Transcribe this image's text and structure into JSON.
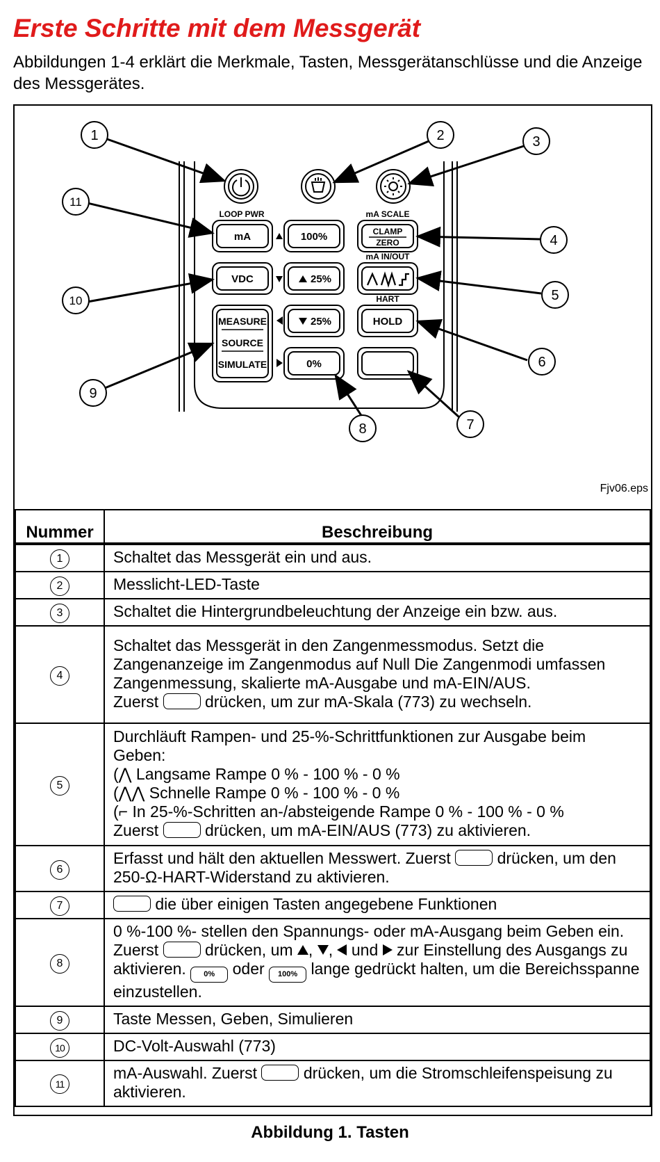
{
  "page": {
    "title": "Erste Schritte mit dem Messgerät",
    "intro": "Abbildungen 1-4 erklärt die Merkmale, Tasten, Messgerätanschlüsse und die Anzeige des Messgerätes.",
    "caption": "Abbildung 1. Tasten"
  },
  "figure": {
    "file_id": "Fjv06.eps",
    "labels": {
      "loop_pwr": "LOOP PWR",
      "ma_scale": "mA SCALE",
      "ma_in_out": "mA IN/OUT",
      "hart": "HART"
    },
    "buttons": {
      "ma": "mA",
      "pct100": "100%",
      "clamp": "CLAMP",
      "zero": "ZERO",
      "vdc": "VDC",
      "up25": "25%",
      "down25": "25%",
      "measure": "MEASURE",
      "source": "SOURCE",
      "simulate": "SIMULATE",
      "pct0": "0%",
      "hold": "HOLD"
    },
    "callouts": [
      "1",
      "2",
      "3",
      "4",
      "5",
      "6",
      "7",
      "8",
      "9",
      "10",
      "11"
    ]
  },
  "table": {
    "headers": [
      "Nummer",
      "Beschreibung"
    ],
    "key_0pct": "0%",
    "key_100pct": "100%",
    "rows": [
      {
        "num": "1",
        "text": "Schaltet das Messgerät ein und aus."
      },
      {
        "num": "2",
        "text": "Messlicht-LED-Taste"
      },
      {
        "num": "3",
        "text": "Schaltet die Hintergrundbeleuchtung der Anzeige ein bzw. aus."
      },
      {
        "num": "4",
        "text": "Schaltet das Messgerät in den Zangenmessmodus. Setzt die Zangenanzeige im Zangenmodus auf Null Die Zangenmodi umfassen Zangenmessung, skalierte mA-Ausgabe und mA-EIN/AUS.",
        "line2_pre": "Zuerst",
        "line2_post": "drücken, um zur mA-Skala (773) zu wechseln."
      },
      {
        "num": "5",
        "text": "Durchläuft Rampen- und 25-%-Schrittfunktionen zur Ausgabe beim Geben:",
        "l1": "(⋀ Langsame Rampe 0 % - 100 % - 0 %",
        "l2": "(⋀⋀ Schnelle Rampe 0 % - 100 % - 0 %",
        "l3": "(⌐ In 25-%-Schritten an-/absteigende Rampe 0 % - 100 % - 0 %",
        "l4_pre": "Zuerst",
        "l4_post": "drücken, um mA-EIN/AUS (773) zu aktivieren."
      },
      {
        "num": "6",
        "pre": "Erfasst und hält den aktuellen Messwert. Zuerst",
        "post": "drücken, um den 250-Ω-HART-Widerstand zu aktivieren."
      },
      {
        "num": "7",
        "post": "die über einigen Tasten angegebene Funktionen"
      },
      {
        "num": "8",
        "p1": "0 %-100 %- stellen den Spannungs- oder mA-Ausgang beim Geben ein. Zuerst",
        "p2": "drücken, um",
        "p3": ",",
        "p4": ",",
        "p5": "und",
        "p6": "zur Einstellung des Ausgangs zu aktivieren.",
        "p7": "oder",
        "p8": "lange gedrückt halten, um die Bereichsspanne einzustellen."
      },
      {
        "num": "9",
        "text": "Taste Messen, Geben, Simulieren"
      },
      {
        "num": "10",
        "text": "DC-Volt-Auswahl (773)"
      },
      {
        "num": "11",
        "pre": "mA-Auswahl. Zuerst",
        "post": "drücken, um die Stromschleifenspeisung zu aktivieren."
      }
    ]
  }
}
